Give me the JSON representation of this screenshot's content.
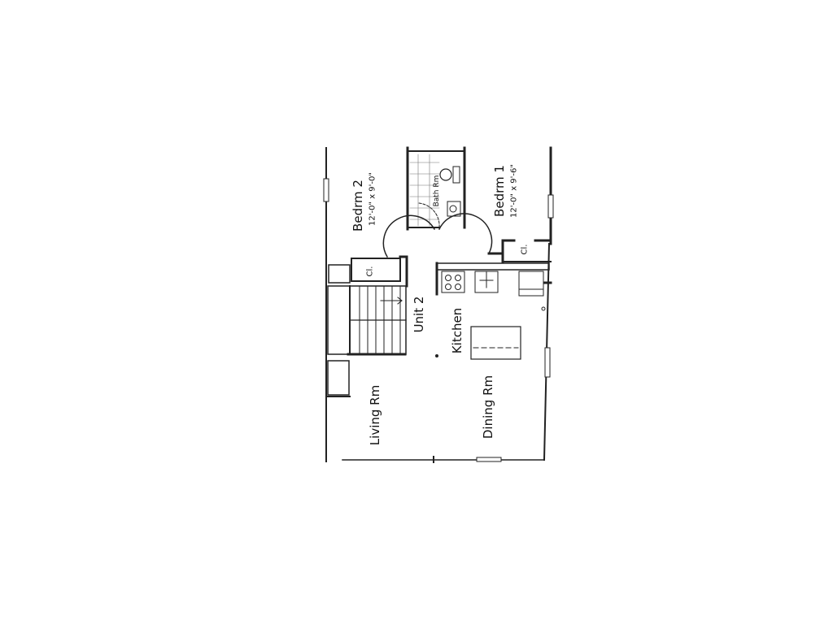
{
  "plan": {
    "unit": "Unit 2",
    "rooms": {
      "bedroom2": {
        "name": "Bedrm 2",
        "size": "12'-0\" x 9'-0\""
      },
      "bath": {
        "name": "Bath Rm"
      },
      "bedroom1": {
        "name": "Bedrm 1",
        "size": "12'-0\" x 9'-6\""
      },
      "closet_left": {
        "name": "Cl."
      },
      "closet_right": {
        "name": "Cl."
      },
      "kitchen": {
        "name": "Kitchen"
      },
      "living": {
        "name": "Living Rm"
      },
      "dining": {
        "name": "Dining Rm"
      }
    }
  }
}
